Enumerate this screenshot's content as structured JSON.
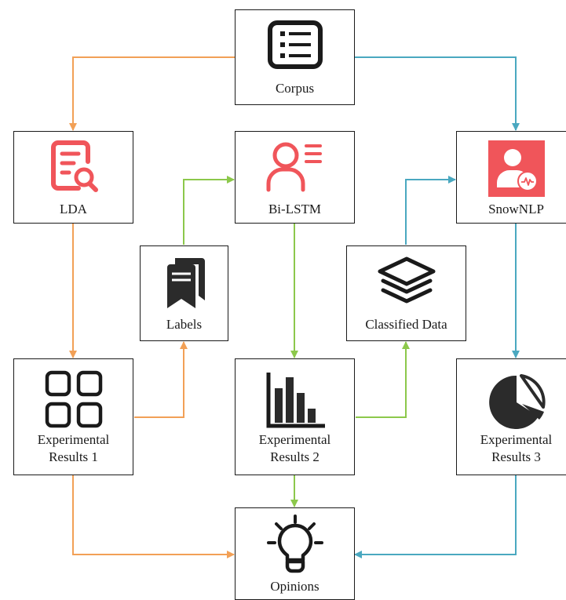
{
  "colors": {
    "orange": "#F2A056",
    "green": "#8CC84B",
    "blue": "#4AA8C0",
    "red": "#F0555A",
    "dark": "#2B2B2B"
  },
  "nodes": {
    "corpus": {
      "label": "Corpus",
      "icon": "list-document-icon"
    },
    "lda": {
      "label": "LDA",
      "icon": "document-search-icon"
    },
    "bilstm": {
      "label": "Bi-LSTM",
      "icon": "user-list-icon"
    },
    "snownlp": {
      "label": "SnowNLP",
      "icon": "user-pulse-icon"
    },
    "labels": {
      "label": "Labels",
      "icon": "bookmarks-icon"
    },
    "classified": {
      "label": "Classified Data",
      "icon": "layers-icon"
    },
    "results1": {
      "label": "Experimental\nResults 1",
      "icon": "grid-squares-icon"
    },
    "results2": {
      "label": "Experimental\nResults 2",
      "icon": "bar-chart-icon"
    },
    "results3": {
      "label": "Experimental\nResults 3",
      "icon": "pie-chart-icon"
    },
    "opinions": {
      "label": "Opinions",
      "icon": "lightbulb-icon"
    }
  }
}
